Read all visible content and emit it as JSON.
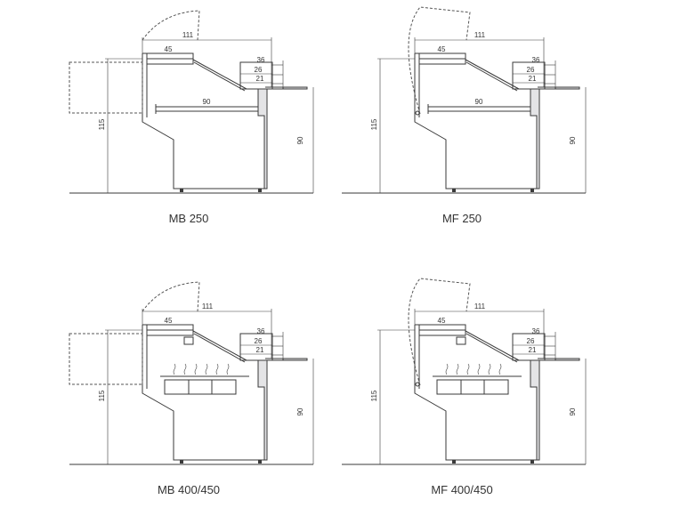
{
  "colors": {
    "line": "#3a3a3a",
    "body_fill": "#e4e4e6",
    "dash": "#555555"
  },
  "drawings": [
    {
      "caption": "MB 250",
      "variant": "MB",
      "type": "250",
      "dims": {
        "top_width": "111",
        "depth": "45",
        "shelf": "90",
        "height": "115",
        "counter": "90",
        "h1": "36",
        "h2": "26",
        "h3": "21"
      }
    },
    {
      "caption": "MF 250",
      "variant": "MF",
      "type": "250",
      "dims": {
        "top_width": "111",
        "depth": "45",
        "shelf": "90",
        "height": "115",
        "counter": "90",
        "h1": "36",
        "h2": "26",
        "h3": "21"
      }
    },
    {
      "caption": "MB 400/450",
      "variant": "MB",
      "type": "400/450",
      "dims": {
        "top_width": "111",
        "depth": "45",
        "height": "115",
        "counter": "90",
        "h1": "36",
        "h2": "26",
        "h3": "21"
      }
    },
    {
      "caption": "MF 400/450",
      "variant": "MF",
      "type": "400/450",
      "dims": {
        "top_width": "111",
        "depth": "45",
        "height": "115",
        "counter": "90",
        "h1": "36",
        "h2": "26",
        "h3": "21"
      }
    }
  ]
}
